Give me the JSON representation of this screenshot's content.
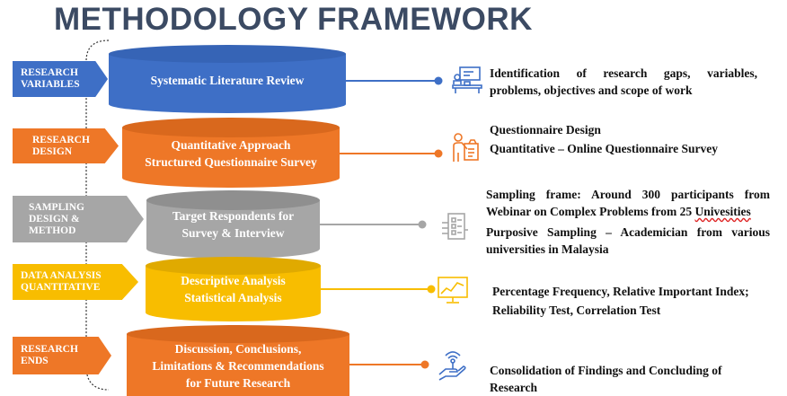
{
  "title": "METHODOLOGY FRAMEWORK",
  "colors": {
    "blue": "#3e6fc6",
    "orange": "#ee7727",
    "gray": "#a6a6a6",
    "yellow": "#f8bd00",
    "title": "#3b4a63"
  },
  "stages": [
    {
      "tag": [
        "RESEARCH",
        "VARIABLES"
      ],
      "cylinder": [
        "Systematic Literature Review"
      ],
      "icon": "classroom-icon",
      "description": [
        "Identification of research gaps, variables,",
        "problems, objectives and scope of work"
      ]
    },
    {
      "tag": [
        "RESEARCH",
        "DESIGN"
      ],
      "cylinder": [
        "Quantitative Approach",
        "Structured Questionnaire Survey"
      ],
      "icon": "presenter-icon",
      "description": [
        "Questionnaire Design",
        "Quantitative – Online Questionnaire Survey"
      ]
    },
    {
      "tag": [
        "SAMPLING",
        "DESIGN &",
        "METHOD"
      ],
      "cylinder": [
        "Target Respondents for",
        "Survey & Interview"
      ],
      "icon": "sampling-icon",
      "description": [
        "Sampling frame: Around 300 participants from",
        "Webinar on Complex Problems from 25 ",
        "Univesities",
        "Purposive Sampling – Academician from various",
        "universities in Malaysia"
      ]
    },
    {
      "tag": [
        "DATA ANALYSIS",
        "QUANTITATIVE"
      ],
      "cylinder": [
        "Descriptive Analysis",
        "Statistical Analysis"
      ],
      "icon": "monitor-chart-icon",
      "description": [
        "Percentage Frequency, Relative Important Index;",
        "Reliability Test, Correlation Test"
      ]
    },
    {
      "tag": [
        "RESEARCH",
        "ENDS"
      ],
      "cylinder": [
        "Discussion, Conclusions,",
        "Limitations & Recommendations",
        "for Future Research"
      ],
      "icon": "signal-hand-icon",
      "description": [
        "Consolidation of Findings and Concluding of",
        "Research"
      ]
    }
  ]
}
